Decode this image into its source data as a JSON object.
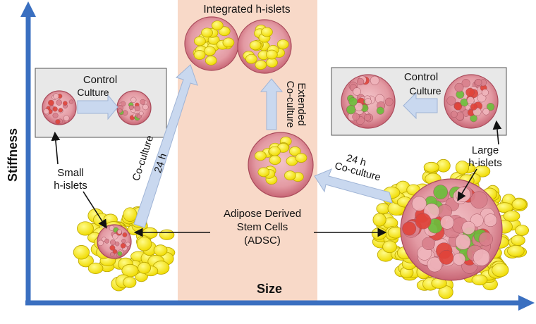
{
  "axes": {
    "y_label": "Stiffness",
    "x_label": "Size"
  },
  "labels": {
    "integrated": "Integrated h-islets",
    "extended": "Extended",
    "coculture_vertical": "Co-culture",
    "control_left": "Control",
    "culture_left": "Culture",
    "control_right": "Control",
    "culture_right": "Culture",
    "small_line1": "Small",
    "small_line2": "h-islets",
    "large_line1": "Large",
    "large_line2": "h-islets",
    "diag_24h": "24 h",
    "diag_coculture": "Co-culture",
    "right_24h": "24 h",
    "right_coculture": "Co-culture",
    "adsc_line1": "Adipose Derived",
    "adsc_line2": "Stem Cells",
    "adsc_line3": "(ADSC)"
  },
  "colors": {
    "axis": "#3a6fc0",
    "band": "#f8d9c8",
    "control_box": "#e8e8e8",
    "islet_pink": "#e7a3ab",
    "islet_dark": "#c85a67",
    "adsc_yellow": "#f5e600",
    "arrow_fill": "#c9d8ef"
  }
}
